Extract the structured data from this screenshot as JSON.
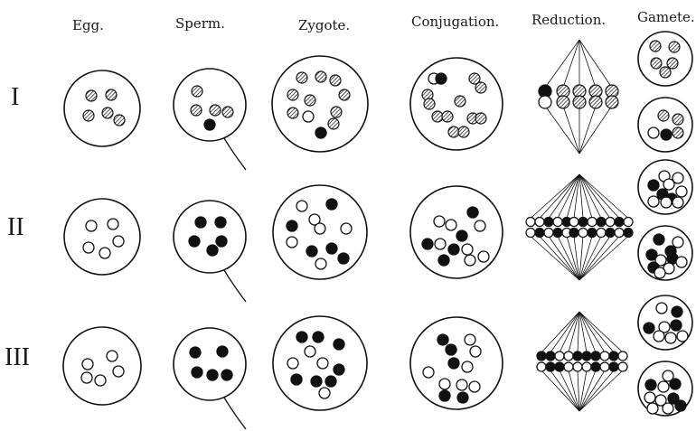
{
  "columns": [
    "Egg.",
    "Sperm.",
    "Zygote.",
    "Conjugation.",
    "Reduction.",
    "Gamete."
  ],
  "rows": [
    "I",
    "II",
    "III"
  ],
  "colors": {
    "ink": "#111111",
    "paper": "#ffffff"
  },
  "cells": {
    "egg": [
      [
        [
          "hatched",
          -12,
          -14
        ],
        [
          "hatched",
          10,
          -15
        ],
        [
          "hatched",
          -15,
          8
        ],
        [
          "hatched",
          6,
          5
        ],
        [
          "hatched",
          19,
          13
        ]
      ],
      [
        [
          "white",
          -12,
          -12
        ],
        [
          "white",
          12,
          -14
        ],
        [
          "white",
          18,
          5
        ],
        [
          "white",
          -15,
          12
        ],
        [
          "white",
          3,
          18
        ]
      ],
      [
        [
          "white",
          -16,
          -2
        ],
        [
          "white",
          11,
          -11
        ],
        [
          "white",
          18,
          6
        ],
        [
          "white",
          -2,
          16
        ],
        [
          "white",
          -17,
          13
        ]
      ]
    ],
    "sperm": [
      [
        [
          "hatched",
          -14,
          -15
        ],
        [
          "hatched",
          -15,
          6
        ],
        [
          "hatched",
          6,
          6
        ],
        [
          "black",
          0,
          22
        ],
        [
          "hatched",
          20,
          8
        ]
      ],
      [
        [
          "black",
          -10,
          -16
        ],
        [
          "black",
          12,
          -16
        ],
        [
          "black",
          -17,
          5
        ],
        [
          "black",
          13,
          5
        ],
        [
          "black",
          3,
          15
        ]
      ],
      [
        [
          "black",
          -16,
          -13
        ],
        [
          "black",
          14,
          -14
        ],
        [
          "black",
          -14,
          9
        ],
        [
          "black",
          3,
          12
        ],
        [
          "black",
          19,
          12
        ]
      ]
    ],
    "zygote": [
      [
        [
          "hatched",
          -20,
          -29
        ],
        [
          "hatched",
          1,
          -30
        ],
        [
          "hatched",
          17,
          -26
        ],
        [
          "hatched",
          -30,
          -10
        ],
        [
          "hatched",
          -11,
          -4
        ],
        [
          "hatched",
          27,
          -10
        ],
        [
          "hatched",
          -30,
          10
        ],
        [
          "white",
          -13,
          14
        ],
        [
          "hatched",
          18,
          9
        ],
        [
          "black",
          1,
          32
        ],
        [
          "hatched",
          15,
          22
        ]
      ],
      [
        [
          "white",
          -20,
          -29
        ],
        [
          "black",
          13,
          -31
        ],
        [
          "white",
          -6,
          -14
        ],
        [
          "black",
          -31,
          -7
        ],
        [
          "white",
          0,
          -4
        ],
        [
          "white",
          29,
          -4
        ],
        [
          "white",
          -31,
          11
        ],
        [
          "black",
          -9,
          21
        ],
        [
          "black",
          13,
          18
        ],
        [
          "black",
          26,
          29
        ],
        [
          "white",
          1,
          35
        ]
      ],
      [
        [
          "black",
          -20,
          -29
        ],
        [
          "black",
          -2,
          -29
        ],
        [
          "black",
          21,
          -21
        ],
        [
          "white",
          -11,
          -13
        ],
        [
          "white",
          -30,
          0
        ],
        [
          "white",
          3,
          0
        ],
        [
          "black",
          21,
          7
        ],
        [
          "black",
          -26,
          18
        ],
        [
          "black",
          -4,
          20
        ],
        [
          "black",
          12,
          20
        ],
        [
          "white",
          5,
          33
        ]
      ]
    ],
    "conjugation": [
      [
        [
          "white",
          -25,
          -28
        ],
        [
          "black",
          -17,
          -28
        ],
        [
          "hatched",
          20,
          -28
        ],
        [
          "hatched",
          27,
          -18
        ],
        [
          "hatched",
          -32,
          -10
        ],
        [
          "hatched",
          -30,
          0
        ],
        [
          "hatched",
          4,
          -3
        ],
        [
          "hatched",
          -21,
          14
        ],
        [
          "hatched",
          -10,
          14
        ],
        [
          "hatched",
          18,
          16
        ],
        [
          "hatched",
          27,
          16
        ],
        [
          "hatched",
          -3,
          31
        ],
        [
          "hatched",
          8,
          31
        ]
      ],
      [
        [
          "black",
          18,
          -22
        ],
        [
          "white",
          -19,
          -12
        ],
        [
          "white",
          -6,
          -8
        ],
        [
          "white",
          26,
          -7
        ],
        [
          "black",
          6,
          4
        ],
        [
          "black",
          -32,
          13
        ],
        [
          "white",
          -18,
          13
        ],
        [
          "black",
          -3,
          19
        ],
        [
          "white",
          12,
          19
        ],
        [
          "black",
          -14,
          31
        ],
        [
          "white",
          15,
          31
        ],
        [
          "white",
          30,
          27
        ]
      ],
      [
        [
          "black",
          -15,
          -26
        ],
        [
          "black",
          -6,
          -15
        ],
        [
          "white",
          15,
          -26
        ],
        [
          "white",
          21,
          -13
        ],
        [
          "black",
          -3,
          0
        ],
        [
          "white",
          12,
          4
        ],
        [
          "white",
          -31,
          10
        ],
        [
          "white",
          -13,
          23
        ],
        [
          "white",
          6,
          24
        ],
        [
          "white",
          20,
          26
        ],
        [
          "black",
          -13,
          36
        ],
        [
          "black",
          7,
          38
        ]
      ]
    ],
    "reduction": [
      {
        "apexDx": 48,
        "pairs": [
          [
            "black",
            "white",
            10
          ],
          [
            "hatched",
            "hatched",
            30
          ],
          [
            "hatched",
            "hatched",
            48
          ],
          [
            "hatched",
            "hatched",
            66
          ],
          [
            "hatched",
            "hatched",
            84
          ]
        ]
      },
      {
        "apexDx": 59,
        "pairs": [
          [
            "white",
            "white",
            5
          ],
          [
            "white",
            "black",
            15
          ],
          [
            "black",
            "white",
            25
          ],
          [
            "white",
            "black",
            35
          ],
          [
            "black",
            "white",
            45
          ],
          [
            "white",
            "black",
            53
          ],
          [
            "black",
            "white",
            63
          ],
          [
            "white",
            "black",
            73
          ],
          [
            "black",
            "white",
            83
          ],
          [
            "white",
            "black",
            93
          ],
          [
            "black",
            "white",
            103
          ],
          [
            "white",
            "black",
            113
          ]
        ]
      },
      {
        "apexDx": 50,
        "pairs": [
          [
            "black",
            "white",
            8
          ],
          [
            "black",
            "black",
            18
          ],
          [
            "white",
            "black",
            28
          ],
          [
            "white",
            "white",
            38
          ],
          [
            "black",
            "white",
            48
          ],
          [
            "black",
            "white",
            58
          ],
          [
            "black",
            "black",
            68
          ],
          [
            "white",
            "white",
            78
          ],
          [
            "black",
            "black",
            88
          ],
          [
            "white",
            "white",
            98
          ]
        ]
      }
    ],
    "gamete": [
      [
        [
          [
            "hatched",
            -11,
            -14
          ],
          [
            "hatched",
            10,
            -13
          ],
          [
            "hatched",
            -10,
            5
          ],
          [
            "hatched",
            8,
            5
          ],
          [
            "hatched",
            0,
            15
          ]
        ],
        [
          [
            "hatched",
            -2,
            -10
          ],
          [
            "hatched",
            14,
            -6
          ],
          [
            "white",
            -13,
            9
          ],
          [
            "black",
            1,
            11
          ],
          [
            "hatched",
            14,
            9
          ]
        ]
      ],
      [
        [
          [
            "black",
            -13,
            -2
          ],
          [
            "white",
            -1,
            -12
          ],
          [
            "white",
            14,
            -10
          ],
          [
            "white",
            4,
            -3
          ],
          [
            "black",
            -3,
            8
          ],
          [
            "white",
            18,
            5
          ],
          [
            "black",
            7,
            13
          ],
          [
            "white",
            -13,
            16
          ],
          [
            "white",
            1,
            17
          ],
          [
            "white",
            14,
            17
          ]
        ],
        [
          [
            "black",
            -7,
            -15
          ],
          [
            "white",
            14,
            -12
          ],
          [
            "black",
            -15,
            2
          ],
          [
            "black",
            6,
            -2
          ],
          [
            "white",
            -5,
            8
          ],
          [
            "black",
            8,
            6
          ],
          [
            "white",
            18,
            10
          ],
          [
            "black",
            -13,
            16
          ],
          [
            "white",
            4,
            17
          ],
          [
            "white",
            -6,
            22
          ]
        ]
      ],
      [
        [
          [
            "white",
            -4,
            -16
          ],
          [
            "black",
            13,
            -12
          ],
          [
            "black",
            -18,
            6
          ],
          [
            "white",
            -1,
            5
          ],
          [
            "black",
            12,
            3
          ],
          [
            "white",
            -7,
            15
          ],
          [
            "white",
            6,
            17
          ],
          [
            "white",
            19,
            15
          ]
        ],
        [
          [
            "white",
            3,
            -14
          ],
          [
            "black",
            -16,
            -4
          ],
          [
            "white",
            -2,
            -2
          ],
          [
            "black",
            11,
            -5
          ],
          [
            "white",
            -17,
            10
          ],
          [
            "white",
            -5,
            13
          ],
          [
            "black",
            9,
            11
          ],
          [
            "white",
            -14,
            22
          ],
          [
            "white",
            3,
            22
          ],
          [
            "black",
            17,
            19
          ]
        ]
      ]
    ]
  }
}
